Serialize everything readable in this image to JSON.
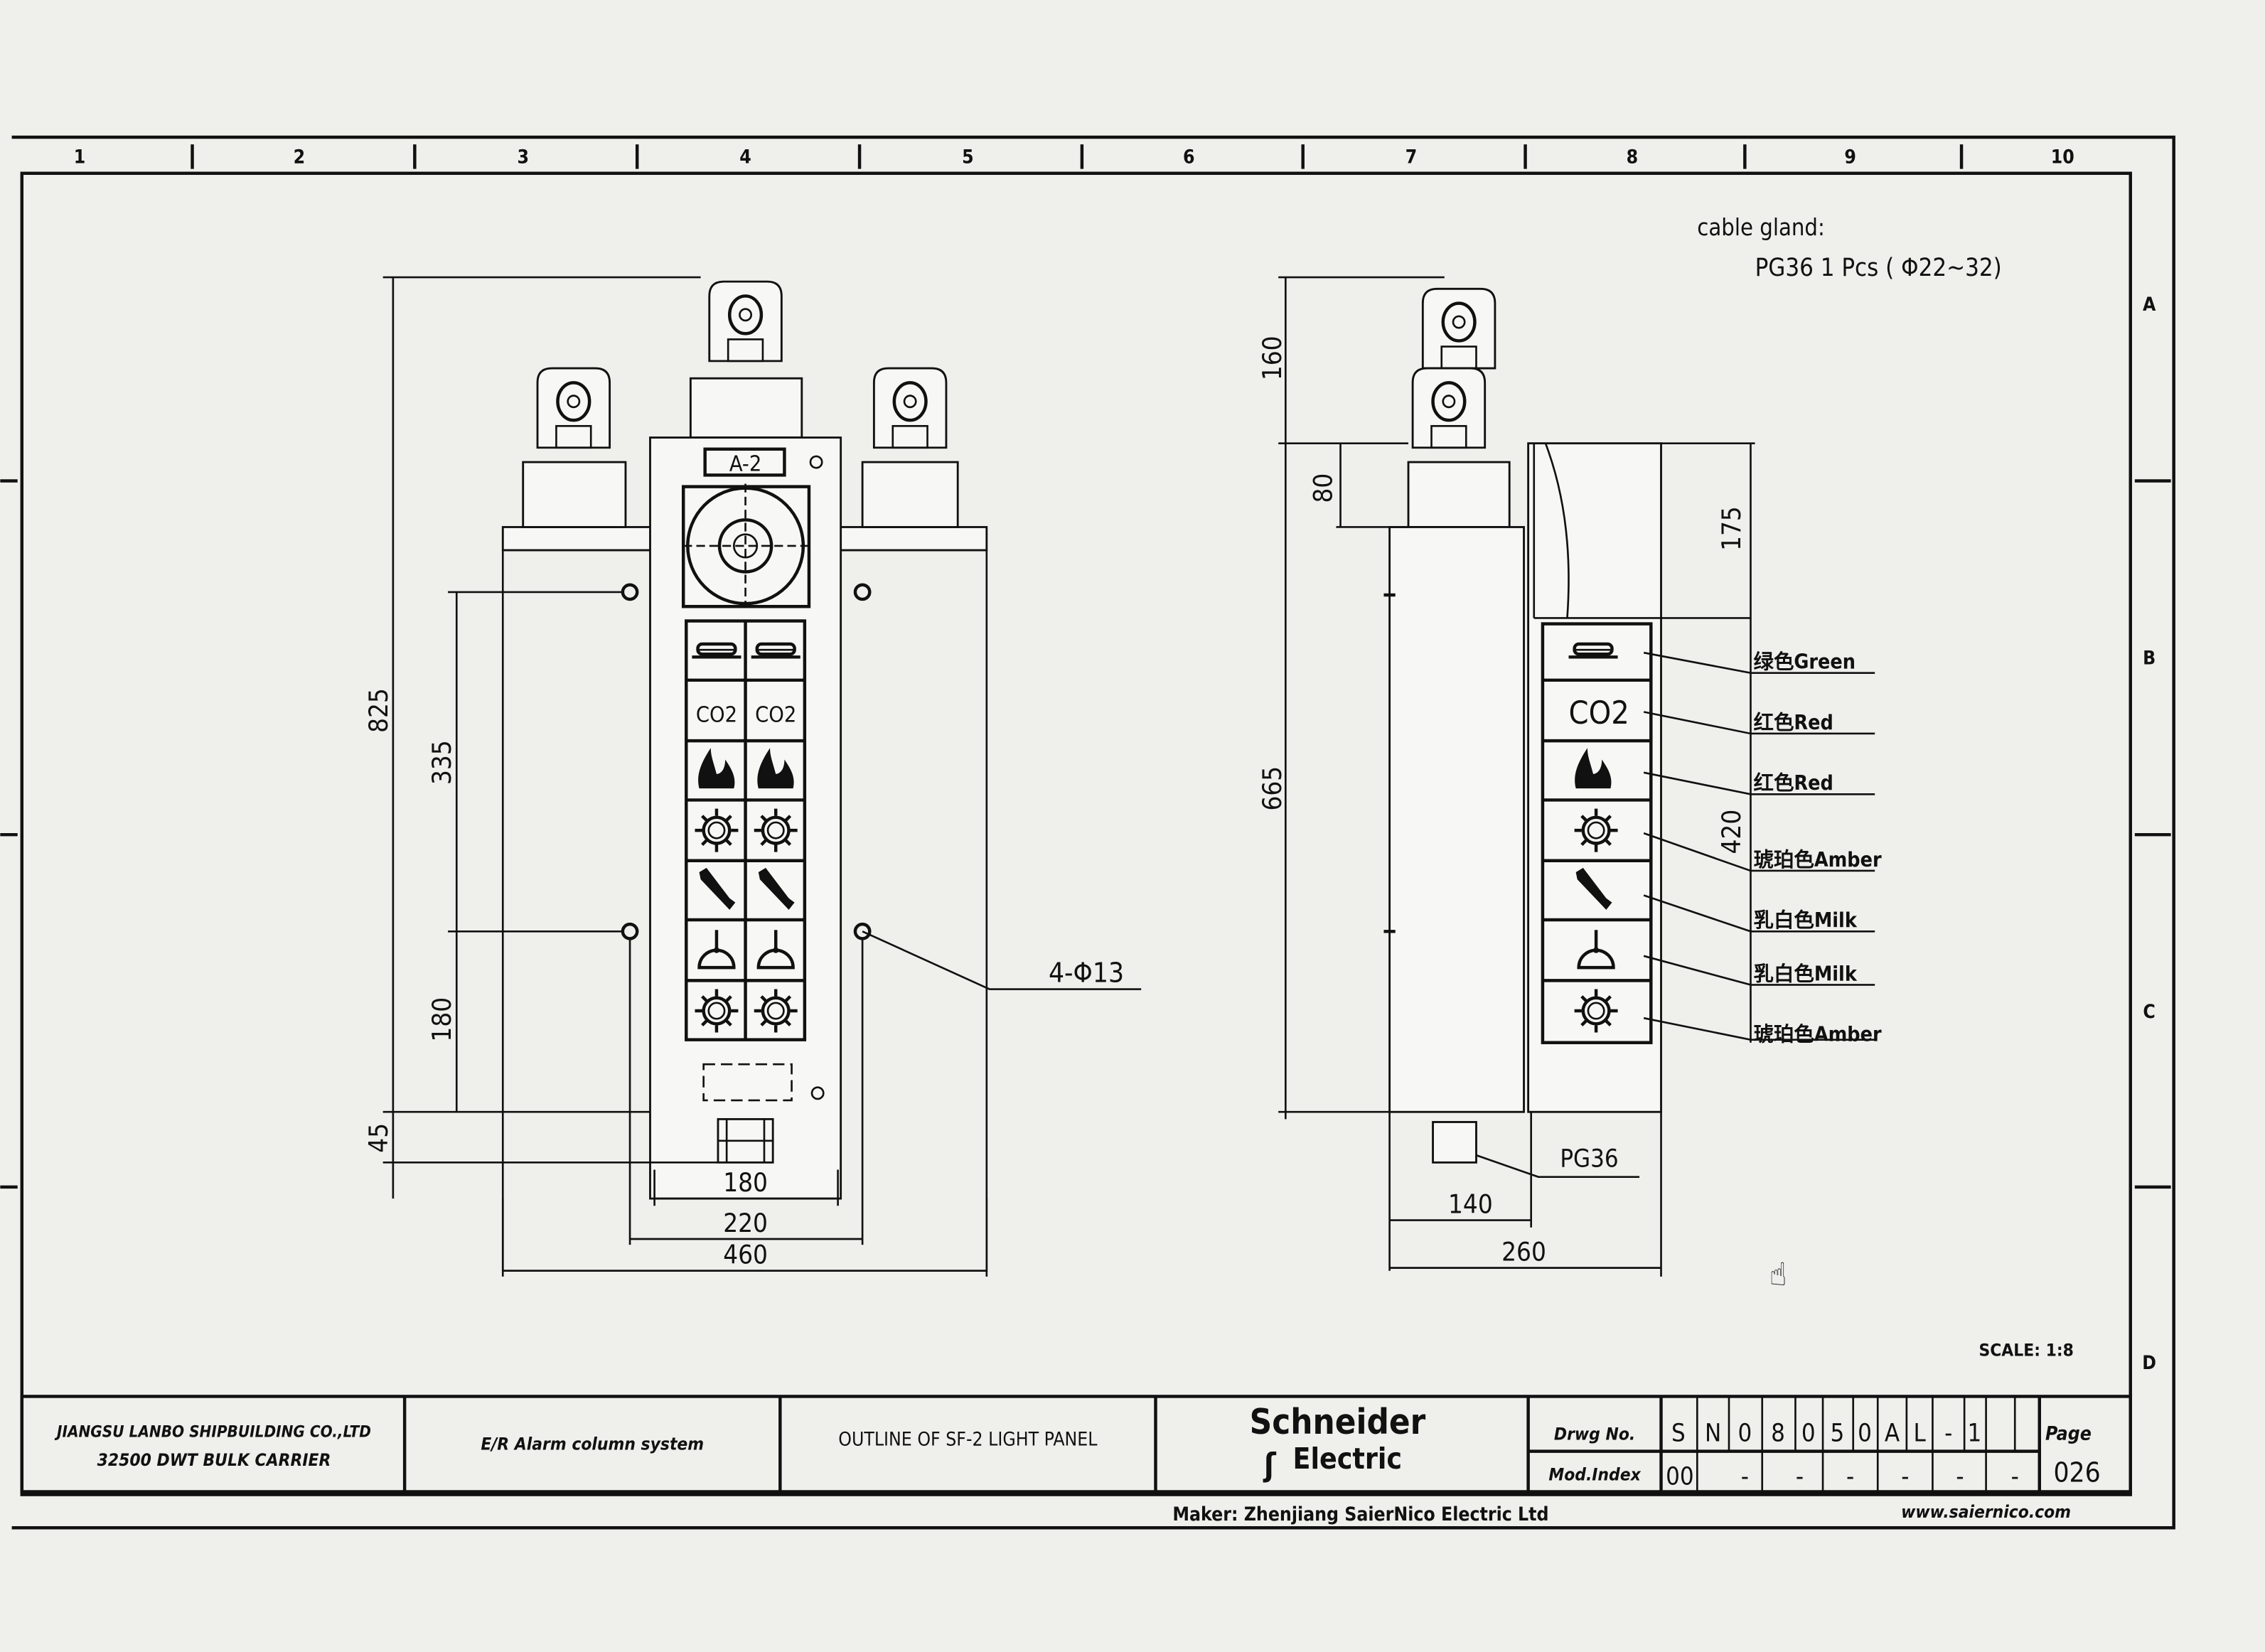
{
  "frame": {
    "columns": [
      "1",
      "2",
      "3",
      "4",
      "5",
      "6",
      "7",
      "8",
      "9",
      "10"
    ],
    "rows": [
      "A",
      "B",
      "C",
      "D"
    ]
  },
  "notes": {
    "cable_gland_label": "cable gland:",
    "cable_gland_spec": "PG36   1   Pcs ( Φ22~32)",
    "scale": "SCALE: 1:8"
  },
  "front_view": {
    "panel_tag": "A-2",
    "co2_label": "CO2",
    "dims": {
      "overall_height": "825",
      "hole_spacing_v": "335",
      "lower_v": "180",
      "gland_offset": "45",
      "inner_width": "180",
      "hole_spacing_h": "220",
      "overall_width": "460"
    },
    "holes_label": "4-Φ13"
  },
  "side_view": {
    "co2_label": "CO2",
    "dims": {
      "lamp_height": "160",
      "bracket": "80",
      "body_height": "665",
      "top_offset": "175",
      "icon_column": "420",
      "depth_body": "140",
      "depth_total": "260"
    },
    "gland_label": "PG36",
    "indicators": [
      {
        "icon": "lifeboat-icon",
        "color_label": "绿色Green"
      },
      {
        "icon": "co2-icon",
        "color_label": "红色Red"
      },
      {
        "icon": "fire-icon",
        "color_label": "红色Red"
      },
      {
        "icon": "helm-icon",
        "color_label": "琥珀色Amber"
      },
      {
        "icon": "telephone-icon",
        "color_label": "乳白色Milk"
      },
      {
        "icon": "bell-icon",
        "color_label": "乳白色Milk"
      },
      {
        "icon": "helm-anchor-icon",
        "color_label": "琥珀色Amber"
      }
    ]
  },
  "title_block": {
    "shipyard": "JIANGSU LANBO SHIPBUILDING CO.,LTD",
    "vessel": "32500 DWT BULK CARRIER",
    "system": "E/R Alarm column system",
    "title": "OUTLINE OF SF-2 LIGHT PANEL",
    "logo_line1": "Schneider",
    "logo_line2": "Electric",
    "drwg_no_label": "Drwg No.",
    "drwg_no": [
      "S",
      "N",
      "0",
      "8",
      "0",
      "5",
      "0",
      "A",
      "L",
      "-",
      "1"
    ],
    "mod_index_label": "Mod.Index",
    "mod_index": [
      "00",
      "-",
      "-",
      "-",
      "-",
      "-",
      "-"
    ],
    "page_label": "Page",
    "page": "026",
    "maker": "Maker: Zhenjiang SaierNico Electric Ltd",
    "website": "www.saiernico.com"
  }
}
